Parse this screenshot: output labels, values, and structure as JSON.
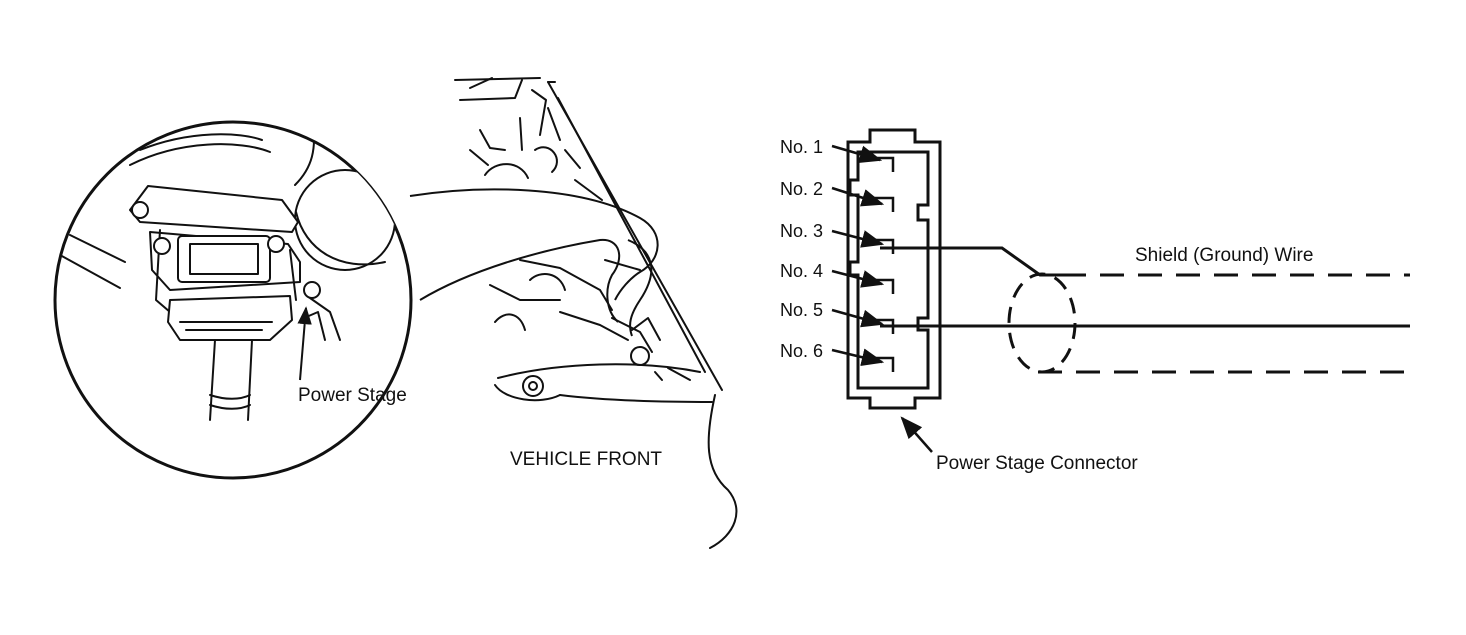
{
  "labels": {
    "power_stage": "Power Stage",
    "vehicle_front": "VEHICLE FRONT",
    "shield_wire": "Shield (Ground) Wire",
    "connector": "Power Stage Connector"
  },
  "pins": [
    "No. 1",
    "No. 2",
    "No. 3",
    "No. 4",
    "No. 5",
    "No. 6"
  ],
  "colors": {
    "ink": "#111111",
    "paper": "#ffffff"
  }
}
